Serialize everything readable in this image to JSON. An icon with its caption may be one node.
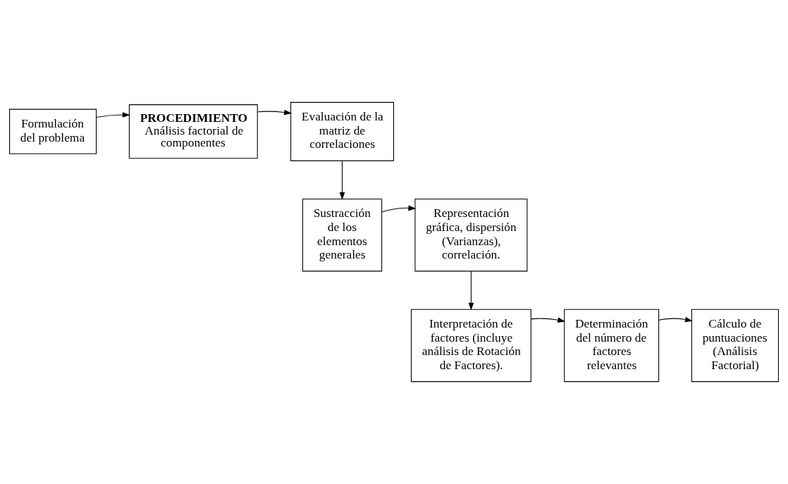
{
  "diagram": {
    "nodes": [
      {
        "text": [
          "Formulación del problema"
        ]
      },
      {
        "text": [
          "PROCEDIMIENTO",
          "Análisis factorial de componentes"
        ]
      },
      {
        "text": [
          "Evaluación de la matriz de correlaciones"
        ]
      },
      {
        "text": [
          "Sustracción de los elementos generales"
        ]
      },
      {
        "text": [
          "Representación gráfica, dispersión (Varianzas), correlación."
        ]
      },
      {
        "text": [
          "Interpretación de factores (incluye análisis de Rotación de Factores)."
        ]
      },
      {
        "text": [
          "Determinación del número de factores relevantes"
        ]
      },
      {
        "text": [
          "Cálculo de puntuaciones (Análisis Factorial)"
        ]
      }
    ],
    "edges": [
      {
        "from": 0,
        "to": 1,
        "arrow": "to"
      },
      {
        "from": 1,
        "to": 2,
        "arrow": "to"
      },
      {
        "from": 2,
        "to": 3,
        "arrow": "to"
      },
      {
        "from": 3,
        "to": 4,
        "arrow": "to"
      },
      {
        "from": 4,
        "to": 5,
        "arrow": "to"
      },
      {
        "from": 5,
        "to": 6,
        "arrow": "to"
      },
      {
        "from": 6,
        "to": 7,
        "arrow": "to"
      }
    ]
  }
}
